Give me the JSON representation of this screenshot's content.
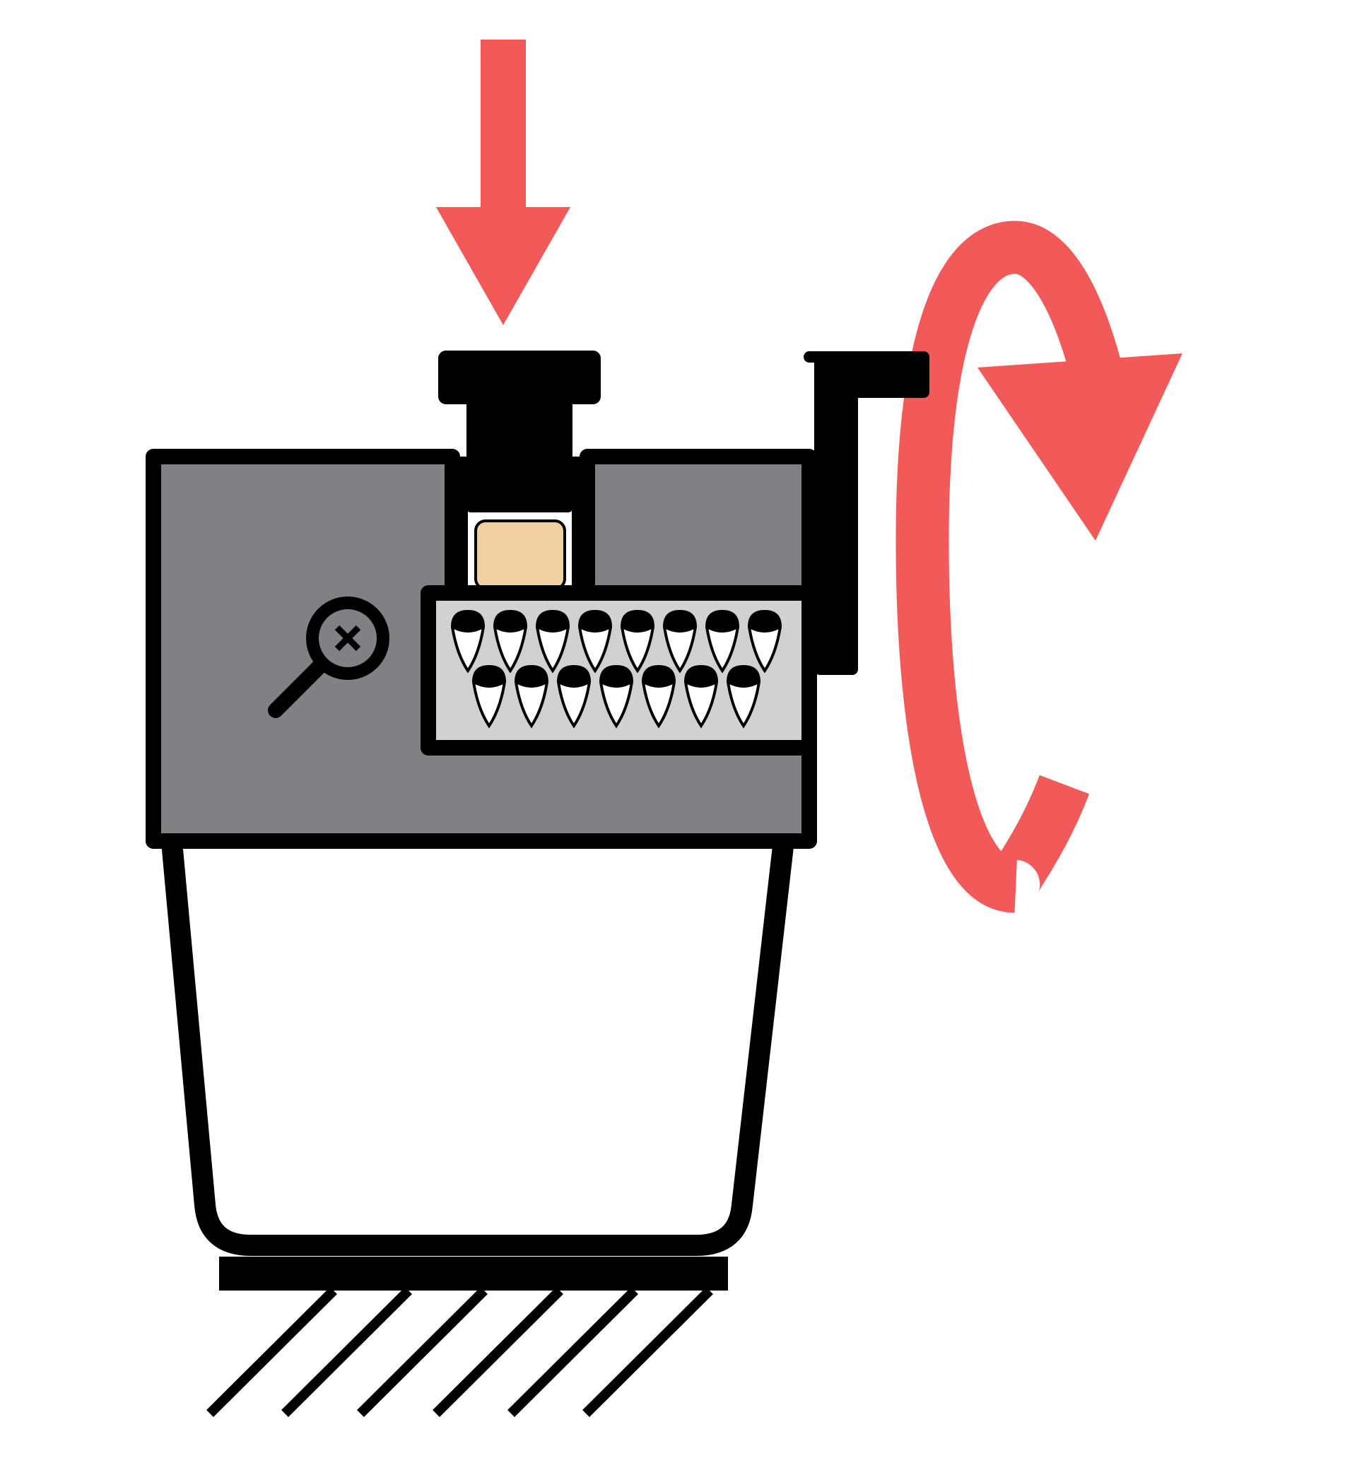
{
  "diagram": {
    "description_visible_text": "",
    "colors": {
      "background": "#ffffff",
      "outline": "#000000",
      "housing": "#808184",
      "drum": "#d0d1d3",
      "plunger_pad": "#f0cfa0",
      "arrow": "#f25a5a"
    },
    "seeds": {
      "rows": 2,
      "per_row": [
        8,
        7
      ]
    },
    "icons": [
      "down-arrow-icon",
      "rotation-arrow-icon",
      "magnifier-x-icon",
      "ground-hatch-icon"
    ]
  }
}
